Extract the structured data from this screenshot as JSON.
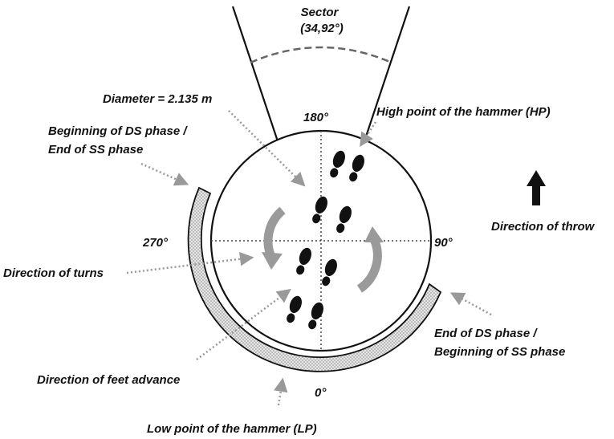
{
  "labels": {
    "sector_title": "Sector",
    "sector_angle": "(34,92°)",
    "diameter": "Diameter = 2.135 m",
    "deg_180": "180°",
    "deg_270": "270°",
    "deg_90": "90°",
    "deg_0": "0°",
    "high_point": "High point of the hammer (HP)",
    "beginning_ds_line1": "Beginning of DS phase /",
    "beginning_ds_line2": "End of SS phase",
    "direction_of_throw": "Direction of throw",
    "direction_of_turns": "Direction of turns",
    "end_ds_line1": "End of DS phase /",
    "end_ds_line2": "Beginning of SS phase",
    "direction_feet": "Direction of feet advance",
    "low_point": "Low point of the hammer (LP)"
  },
  "colors": {
    "outline": "#111111",
    "dotted_arrow": "#999999",
    "turn_arrow": "#9a9a9a",
    "band_fill": "#dcdcdc",
    "footprint": "#111111"
  },
  "icons": {
    "throw_direction": "arrow-up-icon",
    "turn_direction": "curved-arrow-icon",
    "feet": "footprint-icon"
  }
}
